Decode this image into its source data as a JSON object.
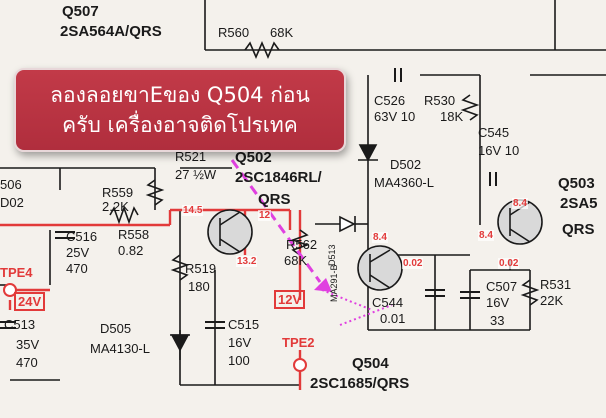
{
  "callout": {
    "line1": "ลองลอยขาEของ Q504 ก่อน",
    "line2": "ครับ เครื่องอาจติดโปรเทค"
  },
  "transistors": [
    {
      "ref": "Q507",
      "part": "2SA564A/QRS"
    },
    {
      "ref": "Q502",
      "part": "2SC1846RL/",
      "suffix": "QRS"
    },
    {
      "ref": "Q503",
      "part": "2SA5",
      "suffix": "QRS"
    },
    {
      "ref": "Q504",
      "part": "2SC1685/QRS"
    }
  ],
  "resistors": [
    {
      "ref": "R560",
      "value": "68K"
    },
    {
      "ref": "R521",
      "value": "27 ½W"
    },
    {
      "ref": "R559",
      "value": "2.2K"
    },
    {
      "ref": "R558",
      "value": "0.82"
    },
    {
      "ref": "R519",
      "value": "180"
    },
    {
      "ref": "R562",
      "value": "68K"
    },
    {
      "ref": "R530",
      "value": "18K"
    },
    {
      "ref": "R531",
      "value": "22K"
    }
  ],
  "capacitors": [
    {
      "ref": "C526",
      "value": "63V 10"
    },
    {
      "ref": "C545",
      "value": "16V 10"
    },
    {
      "ref": "C516",
      "value": "25V",
      "value2": "470"
    },
    {
      "ref": "C515",
      "value": "16V",
      "value2": "100"
    },
    {
      "ref": "C513",
      "value": "35V",
      "value2": "470"
    },
    {
      "ref": "C544",
      "value": "0.01"
    },
    {
      "ref": "C507",
      "value": "16V",
      "value2": "33"
    }
  ],
  "diodes": [
    {
      "ref": "D502",
      "part": "MA4360-L"
    },
    {
      "ref": "D505",
      "part": "MA4130-L"
    },
    {
      "ref": "D513",
      "part": "MA291-B"
    }
  ],
  "test_points": [
    {
      "label": "TPE2"
    },
    {
      "label": "TPE4"
    }
  ],
  "voltage_boxes": [
    "24V",
    "12V"
  ],
  "voltages": [
    "14.5",
    "12",
    "13.2",
    "8.4",
    "8.4",
    "0.02",
    "0.02",
    "8.4"
  ],
  "partial_labels": [
    "506",
    "D02"
  ],
  "colors": {
    "wire": "#e23a3a",
    "ink": "#1a1a1a",
    "arrow": "#e040e0",
    "callout": "#b83040"
  }
}
